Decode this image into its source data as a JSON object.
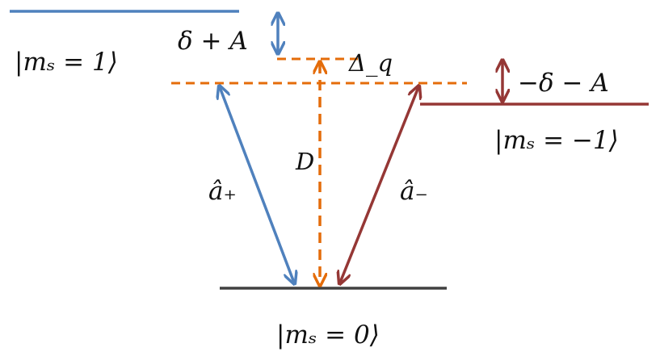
{
  "labels": {
    "state_plus": "|mₛ = 1⟩",
    "state_minus": "|mₛ = −1⟩",
    "state_zero": "|mₛ = 0⟩",
    "delta_plus_A": "δ + A",
    "minus_delta_minus_A": "−δ − A",
    "delta_q": "Δ_q",
    "D": "D",
    "a_plus": "â₊",
    "a_minus": "â₋"
  },
  "colors": {
    "blue": "#4f81bd",
    "red": "#953735",
    "orange": "#e46c0a",
    "gray": "#404040",
    "text": "#111111"
  }
}
